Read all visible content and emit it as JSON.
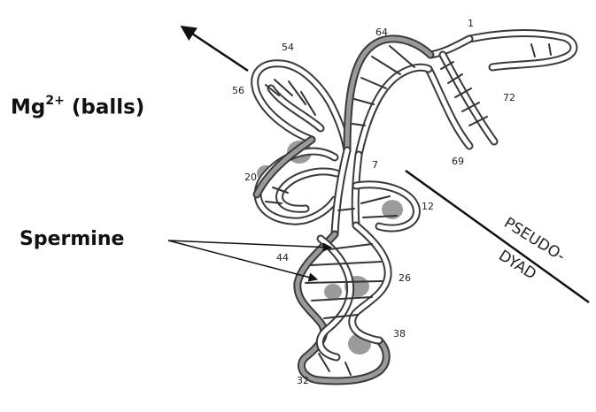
{
  "labels": {
    "mg_prefix": "Mg",
    "mg_superscript": "2+",
    "mg_suffix": " (balls)",
    "spermine": "Spermine",
    "dyad_line1": "PSEUDO-",
    "dyad_line2": "DYAD"
  },
  "residue_numbers": [
    "54",
    "64",
    "1",
    "56",
    "72",
    "69",
    "7",
    "20",
    "12",
    "44",
    "26",
    "38",
    "32"
  ],
  "colors": {
    "strand_outline": "#3a3a3a",
    "magnesium_ball": "#8a8a8a",
    "text": "#111111"
  }
}
